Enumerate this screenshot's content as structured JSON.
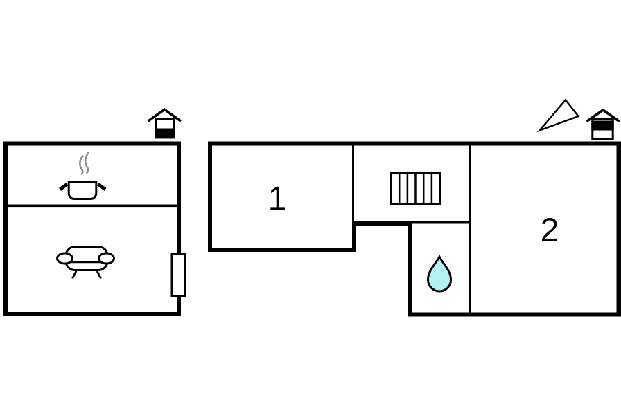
{
  "page": {
    "background": "#ffffff"
  },
  "floorplan": {
    "colors": {
      "wall": "#000000",
      "drop_fill": "#b5f0f2",
      "steam": "#8e8e8e",
      "window_fill": "#ffffff"
    },
    "rooms": {
      "room1_label": "1",
      "room2_label": "2"
    },
    "icons": [
      "ground-floor-house-icon",
      "cooking-pot-icon",
      "steam-icon",
      "sofa-icon",
      "window-marker",
      "stairs-icon",
      "water-drop-icon",
      "north-arrow-icon",
      "upper-floor-house-icon"
    ]
  }
}
